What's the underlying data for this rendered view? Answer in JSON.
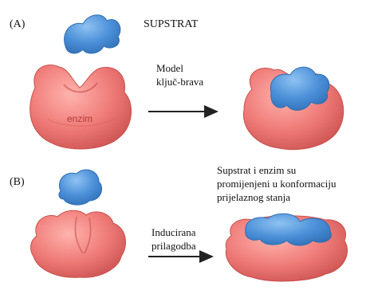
{
  "panel_a": {
    "marker": "(A)",
    "substrate_label": "SUPSTRAT",
    "enzyme_label": "enzim",
    "process_line1": "Model",
    "process_line2": "ključ-brava"
  },
  "panel_b": {
    "marker": "(B)",
    "result_line1": "Supstrat i enzim su",
    "result_line2": "promijenjeni u konformaciju",
    "result_line3": "prijelaznog stanja",
    "process_line1": "Inducirana",
    "process_line2": "prilagodba"
  },
  "colors": {
    "enzyme": "#ef7b78",
    "enzyme_dark": "#c9504e",
    "substrate": "#4a8fd8",
    "substrate_dark": "#2f6db3"
  }
}
